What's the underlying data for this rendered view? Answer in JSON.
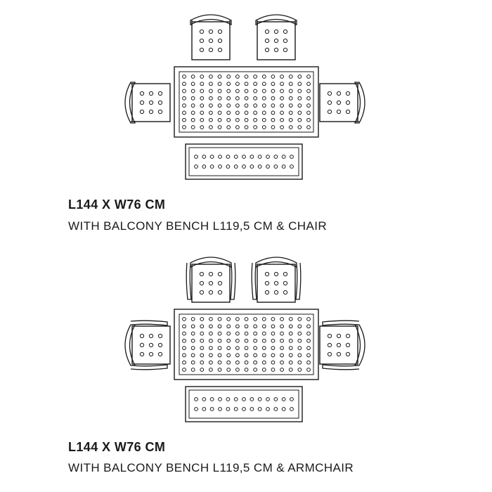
{
  "configurations": [
    {
      "dimensions": "L144 X W76 CM",
      "description": "WITH BALCONY BENCH L119,5 CM & CHAIR",
      "seating": "chair"
    },
    {
      "dimensions": "L144 X W76 CM",
      "description": "WITH BALCONY BENCH L119,5 CM & ARMCHAIR",
      "seating": "armchair"
    }
  ],
  "colors": {
    "line": "#1a1a1a",
    "background": "#ffffff"
  }
}
